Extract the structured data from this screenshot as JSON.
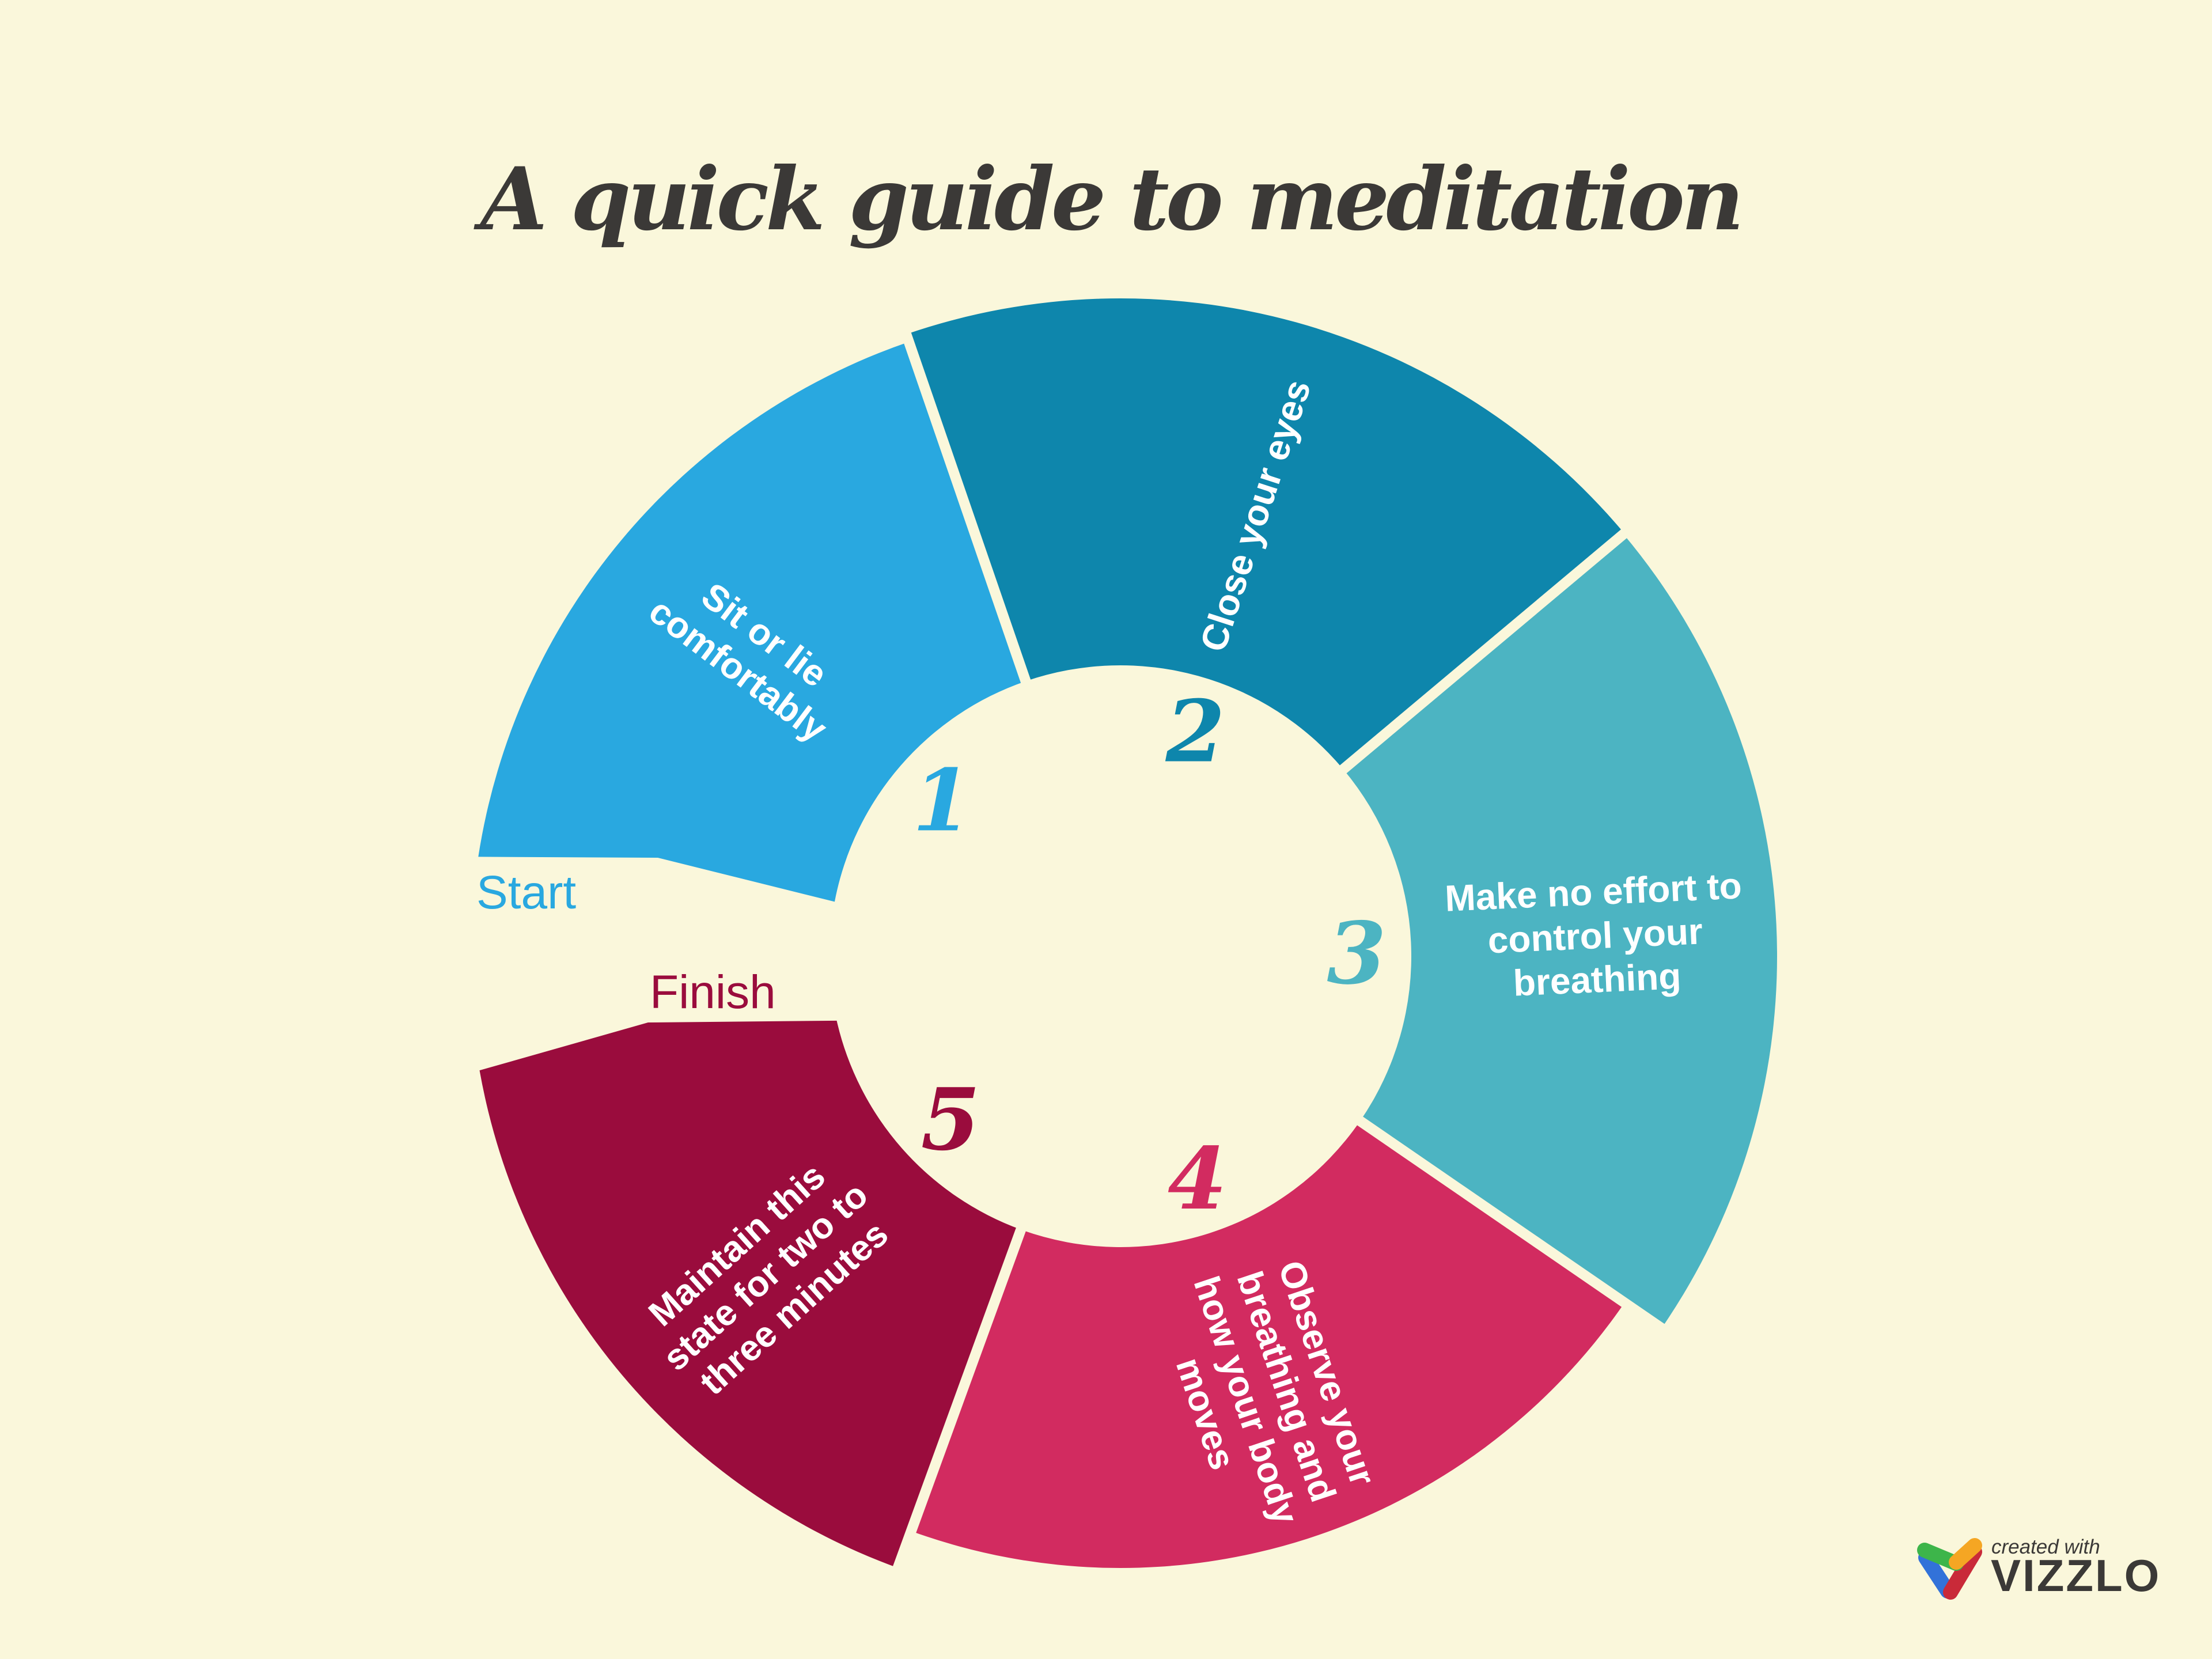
{
  "page": {
    "background_color": "#FAF7DB",
    "title": "A quick guide to meditation",
    "title_color": "#3B3937"
  },
  "flow_labels": {
    "start": {
      "text": "Start",
      "color": "#29A8E0"
    },
    "finish": {
      "text": "Finish",
      "color": "#9A0C3D"
    }
  },
  "badge": {
    "created_with": "created with",
    "brand": "VIZZLO",
    "text_color": "#3B3937",
    "mark_colors": {
      "green": "#3DB54A",
      "orange": "#F5A623",
      "blue": "#3272D9",
      "red": "#C92A39"
    }
  },
  "chart_data": {
    "type": "pie",
    "subtype": "circular-process-flow-donut",
    "title": "A quick guide to meditation",
    "direction": "clockwise",
    "start_label": "Start",
    "finish_label": "Finish",
    "legend": "none",
    "center": [
      1945,
      1660
    ],
    "inner_radius": 505,
    "number_radius": 410,
    "number_font_size": 148,
    "gap_angles": [
      251,
      320,
      34.5,
      110
    ],
    "gap_width": 18,
    "gap_color": "#FAF7DB",
    "steps": [
      {
        "value": 1,
        "label": "Sit or lie comfortably",
        "label_lines": [
          "Sit or lie",
          "comfortably"
        ],
        "color": "#29A8E0",
        "outer_radius": 1128,
        "outer_start": 188.8,
        "outer_end": 251,
        "inner_start": 190.8,
        "inner_end": 251,
        "start_cut_corner": [
          1142,
          1489
        ],
        "number_angle": 221,
        "text_angle": 219.5,
        "text_radius": 830,
        "text_rotation": 37,
        "text_font_size": 64
      },
      {
        "value": 2,
        "label": "Close your eyes",
        "label_lines": [
          "Close your eyes"
        ],
        "color": "#0E86AC",
        "outer_radius": 1142,
        "outer_start": 251,
        "outer_end": 320,
        "inner_start": 251,
        "inner_end": 320,
        "number_angle": 288.5,
        "text_angle": 287,
        "text_radius": 800,
        "text_rotation": -72,
        "text_font_size": 64
      },
      {
        "value": 3,
        "label": "Make no effort to control your breathing",
        "label_lines": [
          "Make no effort to",
          "control your",
          "breathing"
        ],
        "color": "#4CB4C2",
        "outer_radius": 1140,
        "outer_start": 320,
        "outer_end": 394.5,
        "inner_start": 320,
        "inner_end": 394.5,
        "number_angle": 359.5,
        "text_angle": 357.5,
        "text_radius": 825,
        "text_rotation": -2.5,
        "text_font_size": 64
      },
      {
        "value": 4,
        "label": "Observe your breathing and how your body moves",
        "label_lines": [
          "Observe your",
          "breathing and",
          "how your body",
          "moves"
        ],
        "color": "#D22B60",
        "outer_radius": 1062,
        "outer_start": 34.5,
        "outer_end": 110,
        "inner_start": 34.5,
        "inner_end": 110,
        "number_angle": 71,
        "text_angle": 71.5,
        "text_radius": 800,
        "text_rotation": 71.5,
        "text_font_size": 63
      },
      {
        "value": 5,
        "label": "Maintain this state for two to three minutes",
        "label_lines": [
          "Maintain this",
          "state for two to",
          "three minutes"
        ],
        "color": "#9A0C3D",
        "outer_radius": 1130,
        "outer_start": 110,
        "outer_end": 169.9,
        "inner_start": 110,
        "inner_end": 167.2,
        "finish_cut_corner": [
          1125,
          1775
        ],
        "number_angle": 136,
        "text_angle": 138,
        "text_radius": 830,
        "text_rotation": -42,
        "text_font_size": 63
      }
    ]
  }
}
